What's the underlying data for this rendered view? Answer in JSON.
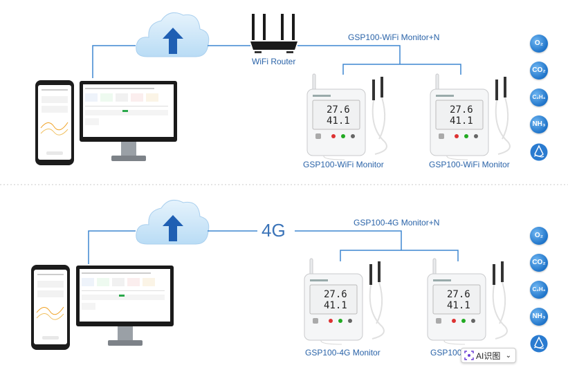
{
  "section_top": {
    "router_label": "WiFi Router",
    "network_label": "GSP100-WiFi Monitor+N",
    "device_left_label": "GSP100-WiFi Monitor",
    "device_right_label": "GSP100-WiFi Monitor"
  },
  "section_bottom": {
    "link_label": "4G",
    "network_label": "GSP100-4G Monitor+N",
    "device_left_label": "GSP100-4G Monitor",
    "device_right_label": "GSP100"
  },
  "device_display": {
    "temp": "27.6",
    "humidity": "41.1"
  },
  "gas_icons_top": [
    "O₂",
    "CO₂",
    "C₂H₄",
    "NH₃"
  ],
  "gas_icons_bottom": [
    "O₂",
    "CO₂",
    "C₂H₄",
    "NH₃"
  ],
  "ai_button": {
    "label": "AI识图",
    "icon": "ai-scan-icon",
    "chevron": "chevron-down-icon"
  },
  "colors": {
    "line": "#3d86d0",
    "label": "#2a63a8",
    "cloud": "#cfe6f7",
    "arrow": "#1f5fb3"
  }
}
